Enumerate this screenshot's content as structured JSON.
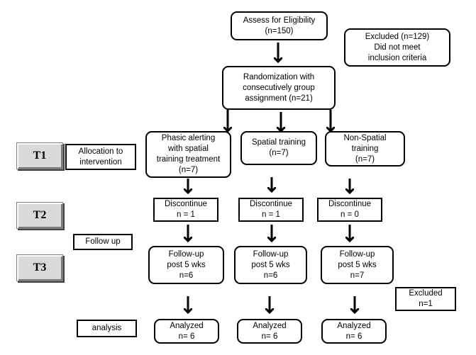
{
  "eligibility": {
    "lines": [
      "Assess for Eligibility",
      "(n=150)"
    ]
  },
  "excluded_top": {
    "lines": [
      "Excluded (n=129)",
      "Did not meet",
      "inclusion  criteria"
    ]
  },
  "randomization": {
    "lines": [
      "Randomization with",
      "consecutively group",
      "assignment (n=21)"
    ]
  },
  "timepoints": [
    "T1",
    "T2",
    "T3"
  ],
  "side_labels": {
    "allocation": [
      "Allocation to",
      "intervention"
    ],
    "follow_up": [
      "Follow up"
    ],
    "analysis": [
      "analysis"
    ]
  },
  "groups": [
    {
      "name_lines": [
        "Phasic alerting",
        "with spatial",
        "training treatment",
        "(n=7)"
      ],
      "discontinue": [
        "Discontinue",
        "n = 1"
      ],
      "followup": [
        "Follow-up",
        "post 5 wks",
        "n=6"
      ],
      "analyzed": [
        "Analyzed",
        "n= 6"
      ]
    },
    {
      "name_lines": [
        "Spatial training",
        "(n=7)"
      ],
      "discontinue": [
        "Discontinue",
        "n = 1"
      ],
      "followup": [
        "Follow-up",
        "post 5 wks",
        "n=6"
      ],
      "analyzed": [
        "Analyzed",
        "n= 6"
      ]
    },
    {
      "name_lines": [
        "Non-Spatial",
        "training",
        "(n=7)"
      ],
      "discontinue": [
        "Discontinue",
        "n = 0"
      ],
      "followup": [
        "Follow-up",
        "post 5 wks",
        "n=7"
      ],
      "analyzed": [
        "Analyzed",
        "n= 6"
      ]
    }
  ],
  "excluded_bottom": {
    "lines": [
      "Excluded",
      "n=1"
    ]
  }
}
